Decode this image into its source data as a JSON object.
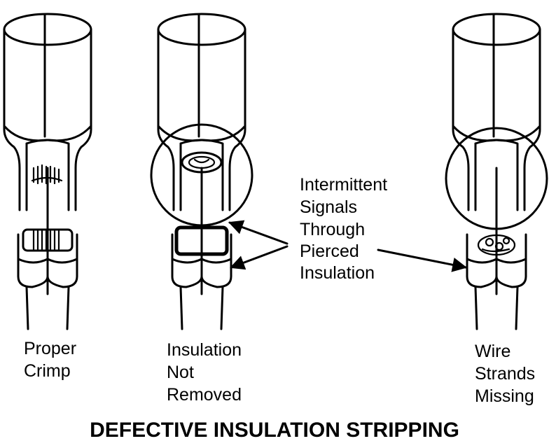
{
  "title": "DEFECTIVE INSULATION STRIPPING",
  "figures": [
    {
      "lines": [
        "Proper",
        "Crimp"
      ]
    },
    {
      "lines": [
        "Insulation",
        "Not",
        "Removed"
      ]
    },
    {
      "lines": [
        "Wire",
        "Strands",
        "Missing"
      ]
    }
  ],
  "callout": {
    "lines": [
      "Intermittent",
      "Signals",
      "Through",
      "Pierced",
      "Insulation"
    ]
  },
  "colors": {
    "ink": "#000000",
    "paper": "#ffffff"
  }
}
